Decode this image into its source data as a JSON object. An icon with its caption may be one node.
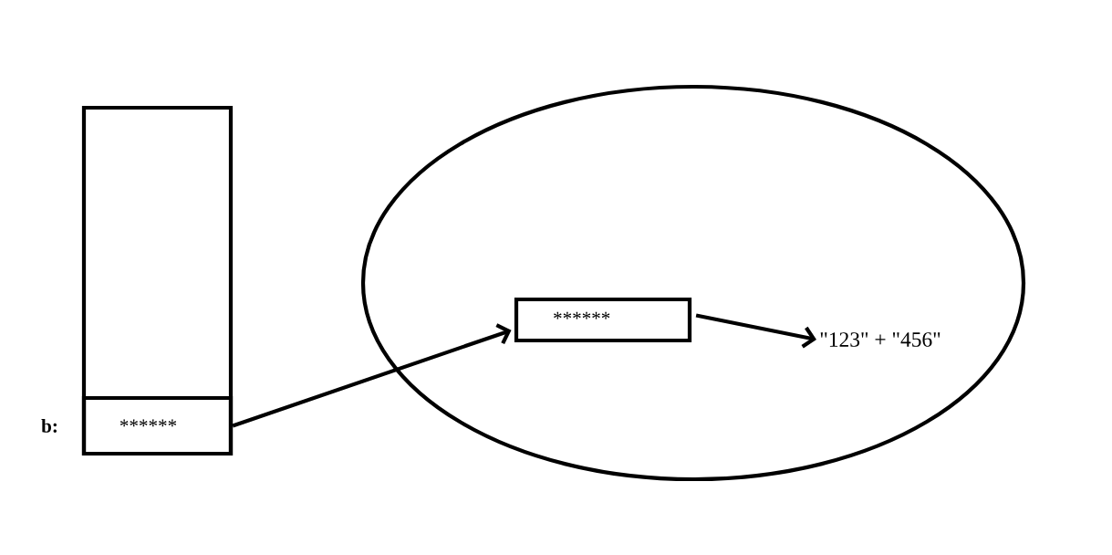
{
  "diagram": {
    "nodes": [
      {
        "text": [],
        "shape": "box"
      },
      {
        "text": [
          "******"
        ],
        "in": 0,
        "beside": [
          "b:"
        ]
      },
      {
        "text": [],
        "shape": "ellipse"
      },
      {
        "text": [
          "******"
        ],
        "in": 2
      },
      {
        "text": [
          "\"123\" + \"456\""
        ],
        "in": 2
      }
    ],
    "edges": [
      {
        "from": 1,
        "to": 3,
        "arrow": "to"
      },
      {
        "from": 3,
        "to": 4,
        "arrow": "to"
      }
    ]
  }
}
